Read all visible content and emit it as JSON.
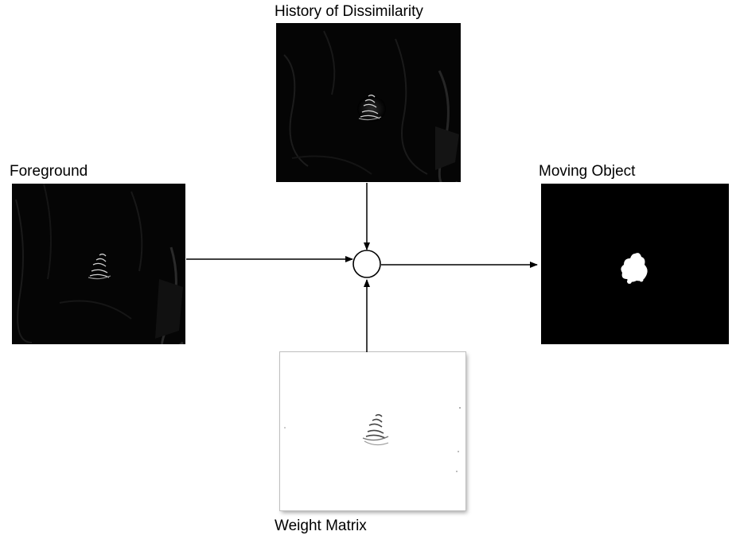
{
  "labels": {
    "history": "History of Dissimilarity",
    "foreground": "Foreground",
    "moving": "Moving Object",
    "weight": "Weight Matrix"
  }
}
